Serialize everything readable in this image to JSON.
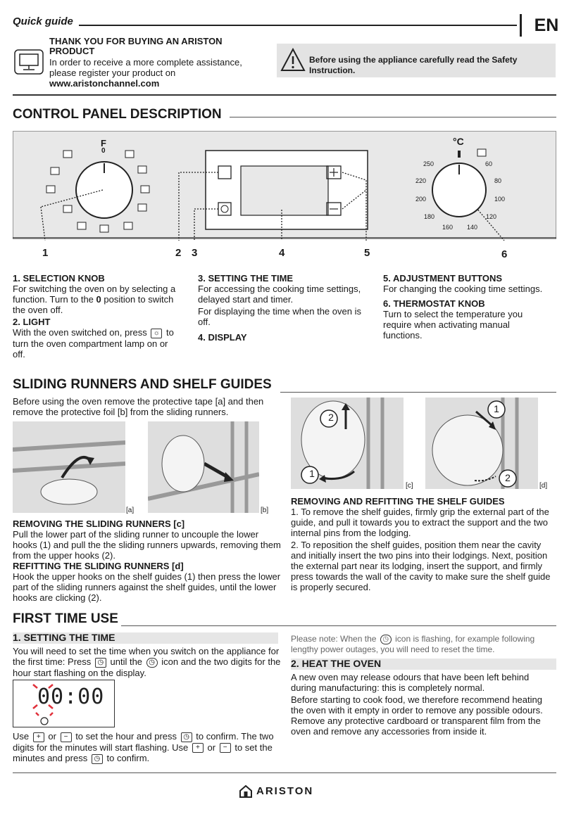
{
  "header": {
    "title": "Quick guide",
    "lang": "EN"
  },
  "register": {
    "title": "THANK YOU FOR BUYING AN ARISTON PRODUCT",
    "text": "In order to receive a more complete assistance, please register your product on",
    "url": "www.aristonchannel.com"
  },
  "warning": {
    "text": "Before using the appliance carefully read the Safety Instruction."
  },
  "control_panel": {
    "title": "CONTROL PANEL DESCRIPTION",
    "selector_top": "F",
    "selector_zero": "0",
    "thermo_unit": "°C",
    "thermo_scale": [
      "250",
      "60",
      "220",
      "80",
      "200",
      "100",
      "180",
      "120",
      "160",
      "140"
    ],
    "numbers": [
      "1",
      "2",
      "3",
      "4",
      "5",
      "6"
    ],
    "items": [
      {
        "title": "1. SELECTION KNOB",
        "text1": "For switching the oven on by selecting a function. Turn to the",
        "glyph": "0",
        "text2": "position to switch the oven off."
      },
      {
        "title": "2. LIGHT",
        "text1": "With the oven switched on, press",
        "text2": "to turn the oven compartment lamp on or off."
      },
      {
        "title": "3. SETTING THE TIME",
        "text1": "For accessing the cooking time settings, delayed start and timer.",
        "text2": "For displaying the time when the oven is off."
      },
      {
        "title": "4. DISPLAY"
      },
      {
        "title": "5. ADJUSTMENT BUTTONS",
        "text1": "For changing the cooking time settings."
      },
      {
        "title": "6. THERMOSTAT KNOB",
        "text1": "Turn to select the temperature you require when activating manual functions."
      }
    ]
  },
  "sliding": {
    "title": "SLIDING RUNNERS AND SHELF GUIDES",
    "intro": "Before using the oven remove the protective tape [a] and then remove the protective foil [b] from the sliding runners.",
    "captions": [
      "[a]",
      "[b]",
      "[c]",
      "[d]"
    ],
    "callouts": [
      "2",
      "1",
      "1",
      "2"
    ],
    "removing_title": "REMOVING THE SLIDING RUNNERS [c]",
    "removing_text": "Pull the lower part of the sliding runner to uncouple the lower hooks (1) and pull the the sliding runners upwards, removing them from the upper hooks (2).",
    "refitting_title": "REFITTING THE SLIDING RUNNERS [d]",
    "refitting_text": "Hook the upper hooks on the shelf guides (1) then press the lower part of the sliding runners against the shelf guides, until the lower hooks are clicking (2).",
    "shelf_title": "REMOVING AND REFITTING THE SHELF GUIDES",
    "shelf_text1": "1. To remove the shelf guides, firmly grip the external part of the guide, and pull it towards you to extract the support and the two internal pins from the lodging.",
    "shelf_text2": "2. To reposition the shelf guides, position them near the cavity and initially insert the two pins into their lodgings. Next, position the external part near its lodging, insert the support, and firmly press towards the wall of the cavity to make sure the shelf guide is properly secured."
  },
  "first_use": {
    "title": "FIRST TIME USE",
    "setting_title": "1. SETTING THE TIME",
    "setting_text1a": "You will need to set the time when you switch on the appliance for the first time: Press",
    "setting_text1b": "until the",
    "setting_text1c": "icon and the two digits for the hour start flashing on the display.",
    "display_value": "00:00",
    "use_text": {
      "a": "Use",
      "or1": "or",
      "b": "to set the hour and press",
      "c": "to confirm. The two digits for the minutes will start flashing. Use",
      "or2": "or",
      "d": "to set the minutes and press",
      "e": "to confirm."
    },
    "note_a": "Please note: When the",
    "note_b": "icon is flashing, for example following lengthy power outages, you will need to reset the time.",
    "heat_title": "2. HEAT THE OVEN",
    "heat_text1": "A new oven may release odours that have been left behind during manufacturing: this is completely normal.",
    "heat_text2": "Before starting to cook food, we therefore recommend heating the oven with it empty in order to remove any possible odours. Remove any protective cardboard or transparent film from the oven and remove any accessories from inside it."
  },
  "footer": {
    "brand": "ARISTON"
  }
}
